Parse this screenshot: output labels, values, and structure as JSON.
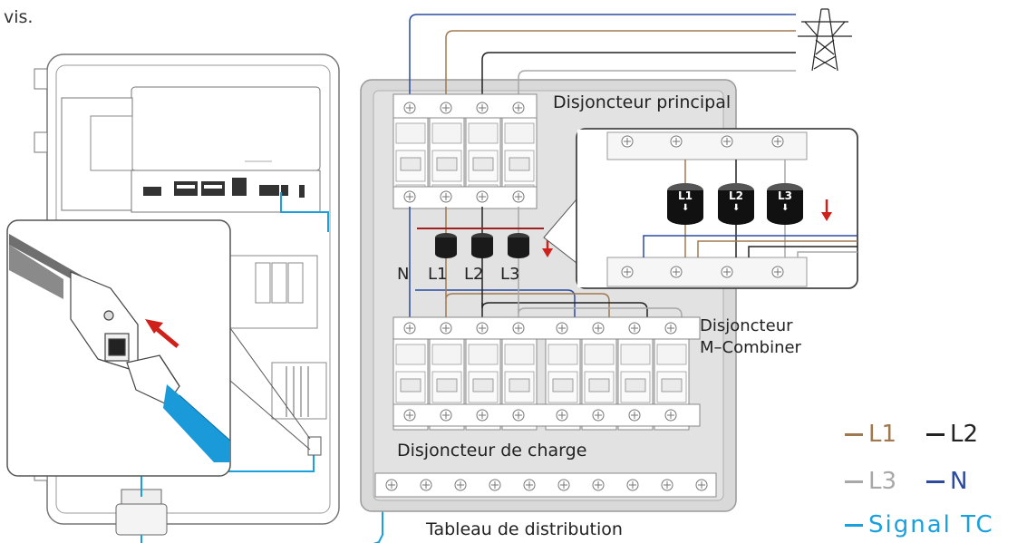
{
  "header": {
    "caption_fragment": "vis."
  },
  "labels": {
    "main_breaker": "Disjoncteur principal",
    "mcombiner_breaker_line1": "Disjoncteur",
    "mcombiner_breaker_line2": "M–Combiner",
    "load_breaker": "Disjoncteur de charge",
    "distribution_board": "Tableau de distribution",
    "phase_n": "N",
    "phase_l1": "L1",
    "phase_l2": "L2",
    "phase_l3": "L3",
    "ct_l1": "L1",
    "ct_l2": "L2",
    "ct_l3": "L3"
  },
  "legend": {
    "l1": "L1",
    "l2": "L2",
    "l3": "L3",
    "n": "N",
    "signal": "Signal TC"
  },
  "colors": {
    "l1": "#a07850",
    "l2": "#222222",
    "l3": "#a8a8a8",
    "n": "#2b4aa0",
    "signal": "#1aa0dc",
    "arrow": "#d0201c",
    "panel_bg": "#d9d9d9",
    "panel_border": "#9a9a9a"
  },
  "icons": {
    "grid": "transmission-tower-icon",
    "arrow": "red-down-arrow-icon",
    "insert_arrow": "red-diagonal-arrow-icon"
  }
}
